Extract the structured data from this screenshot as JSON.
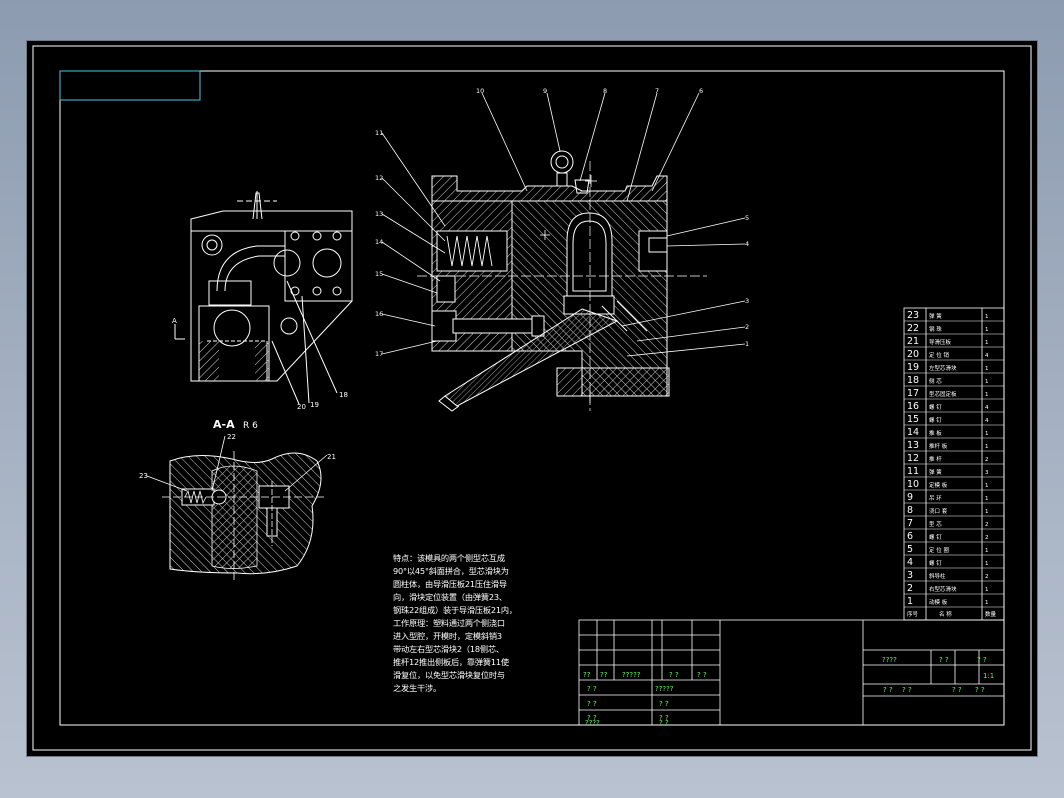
{
  "drawing": {
    "section_label": "A-A",
    "section_label_suffix": "R 6",
    "arrow_label_a": "A",
    "view_marker": "A",
    "leader_numbers_top": [
      "10",
      "9",
      "8",
      "7",
      "6"
    ],
    "leader_numbers_left": [
      "11",
      "12",
      "13",
      "14",
      "15",
      "16",
      "17"
    ],
    "leader_numbers_right": [
      "5",
      "4",
      "3",
      "2",
      "1"
    ],
    "leader_numbers_side_view": [
      "18",
      "19",
      "20"
    ],
    "leader_numbers_section": [
      "23",
      "22",
      "21"
    ]
  },
  "notes": {
    "lines": [
      "特点：该模具的两个侧型芯互成",
      "90°以45°斜面拼合，型芯滑块为",
      "圆柱体，由导滑压板21压住滑导",
      "向，滑块定位装置（由弹簧23、",
      "钢珠22组成）装于导滑压板21内，",
      "工作原理：塑料通过两个侧浇口",
      "进入型腔，开模时，定模斜销3",
      "带动左右型芯滑块2（18侧芯、",
      "推杆12推出侧板后，靠弹簧11使",
      "滑复位，以免型芯滑块复位时与",
      "之发生干涉。"
    ]
  },
  "parts_list": {
    "rows": [
      {
        "no": "23",
        "name": "弹 簧",
        "qty": "1"
      },
      {
        "no": "22",
        "name": "钢 珠",
        "qty": "1"
      },
      {
        "no": "21",
        "name": "导滑压板",
        "qty": "1"
      },
      {
        "no": "20",
        "name": "定 位 销",
        "qty": "4"
      },
      {
        "no": "19",
        "name": "左型芯滑块",
        "qty": "1"
      },
      {
        "no": "18",
        "name": "侧 芯",
        "qty": "1"
      },
      {
        "no": "17",
        "name": "型芯固定板",
        "qty": "1"
      },
      {
        "no": "16",
        "name": "螺 钉",
        "qty": "4"
      },
      {
        "no": "15",
        "name": "螺 钉",
        "qty": "4"
      },
      {
        "no": "14",
        "name": "推 板",
        "qty": "1"
      },
      {
        "no": "13",
        "name": "推杆 板",
        "qty": "1"
      },
      {
        "no": "12",
        "name": "推 杆",
        "qty": "2"
      },
      {
        "no": "11",
        "name": "弹 簧",
        "qty": "3"
      },
      {
        "no": "10",
        "name": "定模 板",
        "qty": "1"
      },
      {
        "no": "9",
        "name": "吊 环",
        "qty": "1"
      },
      {
        "no": "8",
        "name": "浇口 套",
        "qty": "1"
      },
      {
        "no": "7",
        "name": "型 芯",
        "qty": "2"
      },
      {
        "no": "6",
        "name": "螺 钉",
        "qty": "2"
      },
      {
        "no": "5",
        "name": "定 位 圈",
        "qty": "1"
      },
      {
        "no": "4",
        "name": "螺 钉",
        "qty": "1"
      },
      {
        "no": "3",
        "name": "斜导柱",
        "qty": "2"
      },
      {
        "no": "2",
        "name": "右型芯滑块",
        "qty": "1"
      },
      {
        "no": "1",
        "name": "动模 板",
        "qty": "1"
      }
    ],
    "header": {
      "no": "序号",
      "name": "名 称",
      "qty": "数量"
    }
  },
  "title_block": {
    "left_row": [
      "??",
      "??",
      "?????",
      "? ?",
      "? ?"
    ],
    "left_rows": [
      [
        "? ?",
        "?????"
      ],
      [
        "? ?",
        "? ?"
      ],
      [
        "? ?",
        "? ?"
      ],
      [
        "????",
        "? ?"
      ]
    ],
    "right_top": [
      "????",
      "? ?",
      "? ?"
    ],
    "right_mid": [
      "? ?",
      "? ?",
      "? ?",
      "? ?"
    ],
    "scale_value": "1:1"
  },
  "colors": {
    "background": "#000000",
    "frame": "#ffffff",
    "hatch": "#d8d8d8",
    "title_text": "#4cff4c",
    "cyan_box": "#44c8e8"
  }
}
